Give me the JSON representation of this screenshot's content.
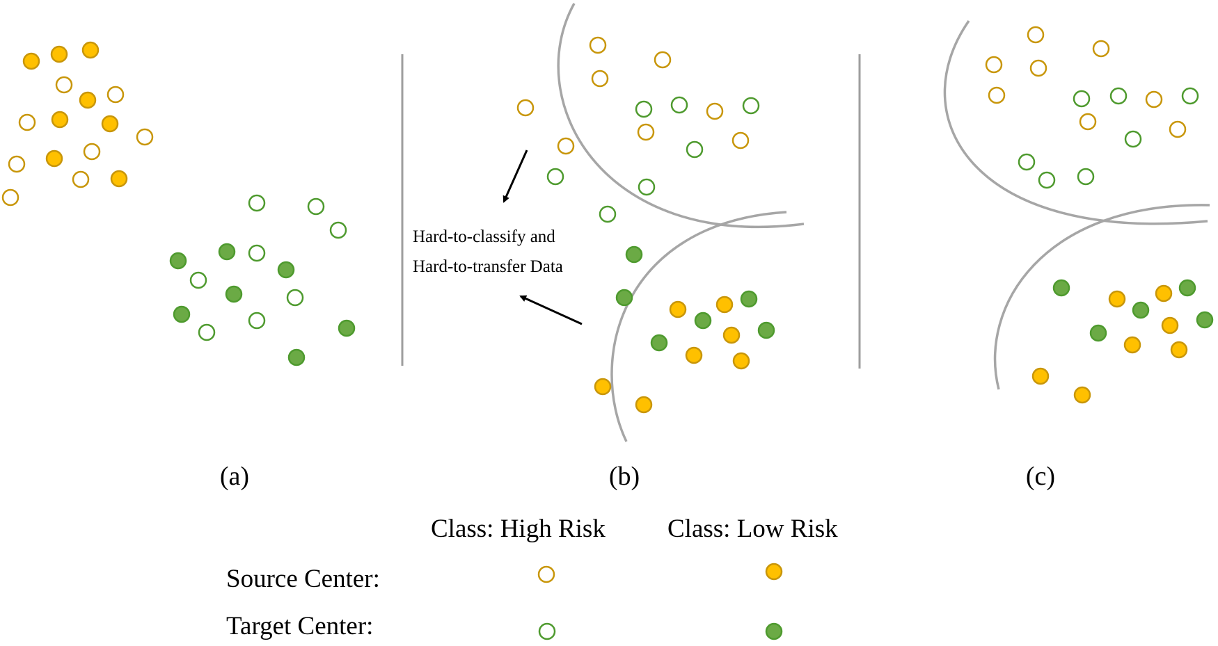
{
  "colors": {
    "source": "#C8960A",
    "source_fill": "#FFC000",
    "target": "#4E9A2E",
    "target_fill": "#6BAA45",
    "boundary": "#A6A6A6",
    "divider": "#9E9E9E",
    "arrow": "#000000"
  },
  "panels": [
    {
      "label": "(a)"
    },
    {
      "label": "(b)",
      "annotation_lines": [
        "Hard-to-classify and",
        "Hard-to-transfer Data"
      ]
    },
    {
      "label": "(c)"
    }
  ],
  "legend": {
    "class_high": "Class: High Risk",
    "class_low": "Class: Low Risk",
    "source_label": "Source Center:",
    "target_label": "Target Center:"
  }
}
